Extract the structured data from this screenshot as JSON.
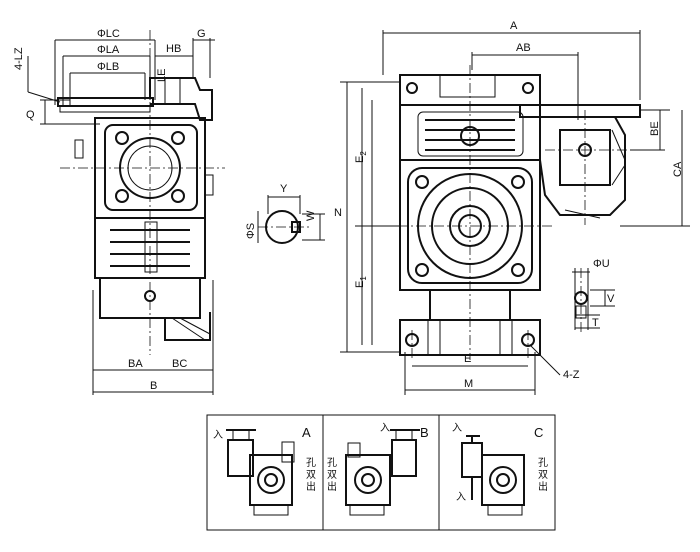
{
  "side_view": {
    "labels": {
      "lz": "4-LZ",
      "lc": "ΦLC",
      "la": "ΦLA",
      "lb": "ΦLB",
      "le": "LE",
      "hb": "HB",
      "g": "G",
      "q": "Q",
      "ba": "BA",
      "bc": "BC",
      "b": "B"
    }
  },
  "shaft_detail": {
    "labels": {
      "y": "Y",
      "s": "ΦS",
      "w": "W"
    }
  },
  "front_view": {
    "labels": {
      "a": "A",
      "ab": "AB",
      "be": "BE",
      "ca": "CA",
      "e2_main": "E",
      "e2_sub": "2",
      "e1_main": "E",
      "e1_sub": "1",
      "n": "N",
      "e": "E",
      "m": "M",
      "z": "4-Z"
    }
  },
  "output_shaft_detail": {
    "labels": {
      "u": "ΦU",
      "v": "V",
      "t": "T"
    }
  },
  "mounting_options": [
    {
      "letter": "A",
      "input_mark": "入",
      "output_chars": [
        "孔",
        "双",
        "出"
      ]
    },
    {
      "letter": "B",
      "input_mark": "入",
      "output_chars": [
        "孔",
        "双",
        "出"
      ]
    },
    {
      "letter": "C",
      "input_mark": "入",
      "output_chars": [
        "孔",
        "双",
        "出"
      ]
    }
  ]
}
